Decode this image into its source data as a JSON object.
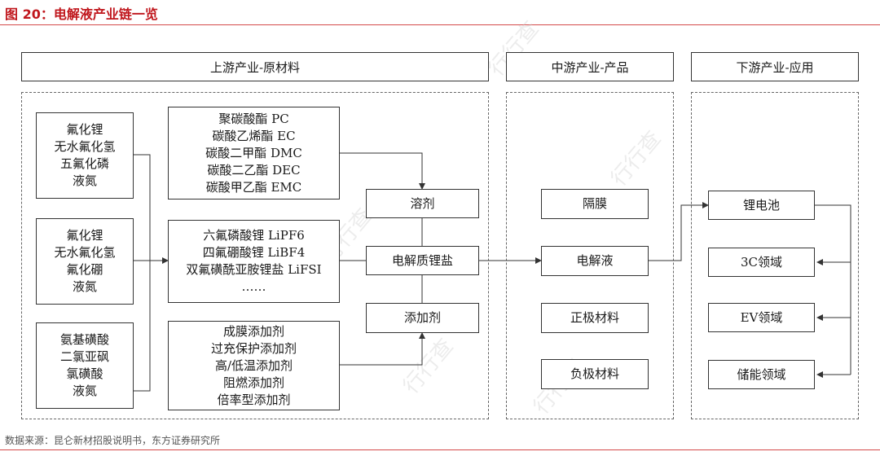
{
  "figure": {
    "title": "图 20：电解液产业链一览",
    "source": "数据来源：昆仑新材招股说明书，东方证券研究所",
    "watermark": "行行查"
  },
  "headers": {
    "upstream": "上游产业-原材料",
    "midstream": "中游产业-产品",
    "downstream": "下游产业-应用"
  },
  "raw_materials": [
    [
      "氟化锂",
      "无水氟化氢",
      "五氟化磷",
      "液氮"
    ],
    [
      "氟化锂",
      "无水氟化氢",
      "氟化硼",
      "液氮"
    ],
    [
      "氨基磺酸",
      "二氯亚砜",
      "氯磺酸",
      "液氮"
    ]
  ],
  "components": {
    "solvents": [
      "聚碳酸酯 PC",
      "碳酸乙烯酯 EC",
      "碳酸二甲酯 DMC",
      "碳酸二乙酯 DEC",
      "碳酸甲乙酯 EMC"
    ],
    "salts": [
      "六氟磷酸锂 LiPF6",
      "四氟硼酸锂 LiBF4",
      "双氟磺酰亚胺锂盐 LiFSI",
      "……"
    ],
    "additives": [
      "成膜添加剂",
      "过充保护添加剂",
      "高/低温添加剂",
      "阻燃添加剂",
      "倍率型添加剂"
    ]
  },
  "categories": {
    "solvent": "溶剂",
    "salt": "电解质锂盐",
    "additive": "添加剂"
  },
  "products": [
    "隔膜",
    "电解液",
    "正极材料",
    "负极材料"
  ],
  "applications": [
    "锂电池",
    "3C领域",
    "EV领域",
    "储能领域"
  ]
}
